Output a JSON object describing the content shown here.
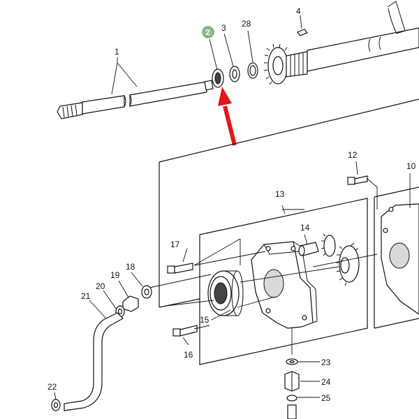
{
  "diagram": {
    "highlight_color": "#8fbf8f",
    "arrow_color": "#e8141b",
    "highlighted_callout": "2",
    "callouts": {
      "c1": "1",
      "c2": "2",
      "c3": "3",
      "c28": "28",
      "c4": "4",
      "c12": "12",
      "c10": "10",
      "c13": "13",
      "c14": "14",
      "c17": "17",
      "c18": "18",
      "c19": "19",
      "c20": "20",
      "c21": "21",
      "c15": "15",
      "c16": "16",
      "c22": "22",
      "c23": "23",
      "c24": "24",
      "c25": "25"
    }
  }
}
